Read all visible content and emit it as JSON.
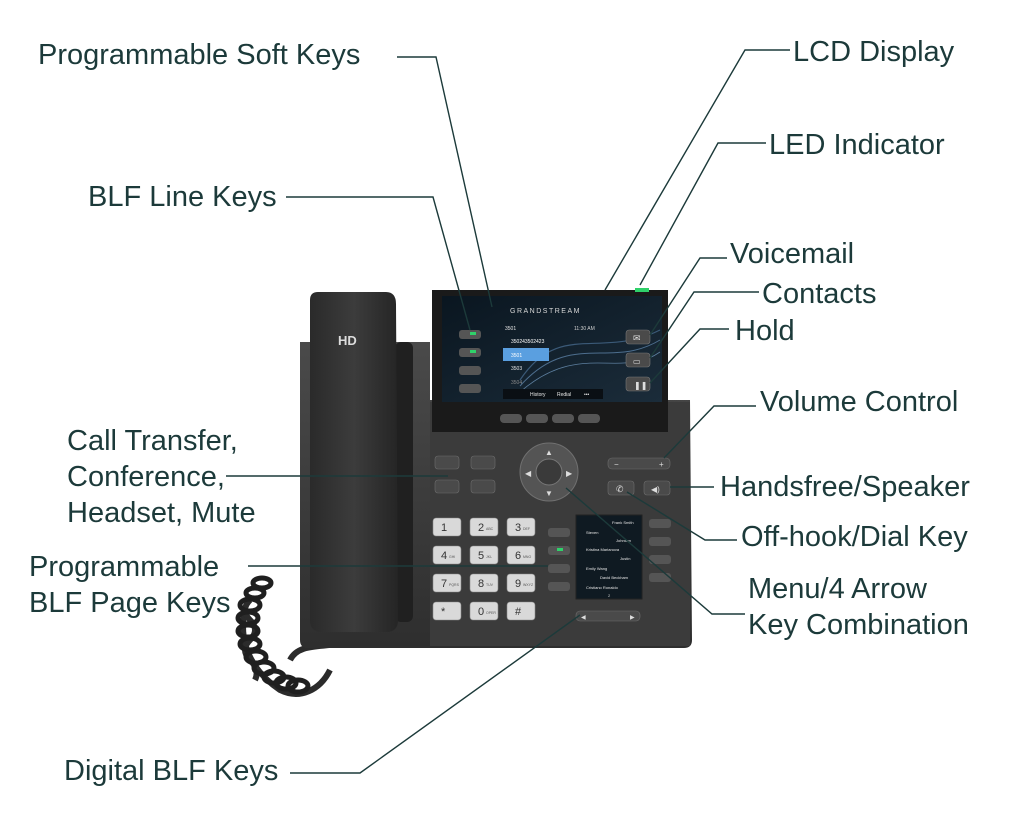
{
  "callouts": {
    "programmable_soft_keys": "Programmable Soft Keys",
    "lcd_display": "LCD Display",
    "led_indicator": "LED Indicator",
    "blf_line_keys": "BLF Line Keys",
    "voicemail": "Voicemail",
    "contacts": "Contacts",
    "hold": "Hold",
    "volume_control": "Volume Control",
    "call_transfer_line1": "Call Transfer,",
    "call_transfer_line2": "Conference,",
    "call_transfer_line3": "Headset, Mute",
    "handsfree_speaker": "Handsfree/Speaker",
    "offhook_dial_key": "Off-hook/Dial Key",
    "programmable_blf_page_line1": "Programmable",
    "programmable_blf_page_line2": "BLF Page Keys",
    "menu_arrow_line1": "Menu/4 Arrow",
    "menu_arrow_line2": "Key Combination",
    "digital_blf_keys": "Digital BLF Keys"
  },
  "phone": {
    "handset_label": "HD",
    "brand": "GRANDSTREAM",
    "screen": {
      "time": "11:30 AM",
      "lines": [
        "3501",
        "350243502423",
        "3501",
        "3503",
        "3504"
      ],
      "softkeys": [
        "History",
        "Redial",
        "•••"
      ]
    },
    "keypad": [
      {
        "digit": "1",
        "letters": ""
      },
      {
        "digit": "2",
        "letters": "ABC"
      },
      {
        "digit": "3",
        "letters": "DEF"
      },
      {
        "digit": "4",
        "letters": "GHI"
      },
      {
        "digit": "5",
        "letters": "JKL"
      },
      {
        "digit": "6",
        "letters": "MNO"
      },
      {
        "digit": "7",
        "letters": "PQRS"
      },
      {
        "digit": "8",
        "letters": "TUV"
      },
      {
        "digit": "9",
        "letters": "WXYZ"
      },
      {
        "digit": "*",
        "letters": ""
      },
      {
        "digit": "0",
        "letters": "OPER"
      },
      {
        "digit": "#",
        "letters": ""
      }
    ],
    "blf_screen": {
      "contacts": [
        "Frank Smith",
        "Steven",
        "Johnson",
        "Kristina Marianova",
        "Justin",
        "Emily Wang",
        "David Beckham",
        "Cristiano Ronaldo"
      ],
      "footer": "2"
    }
  },
  "colors": {
    "text": "#1c3a3a",
    "leader": "#1c3a3a",
    "phone_body": "#3a3a3a",
    "screen_bg": "#0d1a24",
    "led_green": "#2fd16a"
  }
}
